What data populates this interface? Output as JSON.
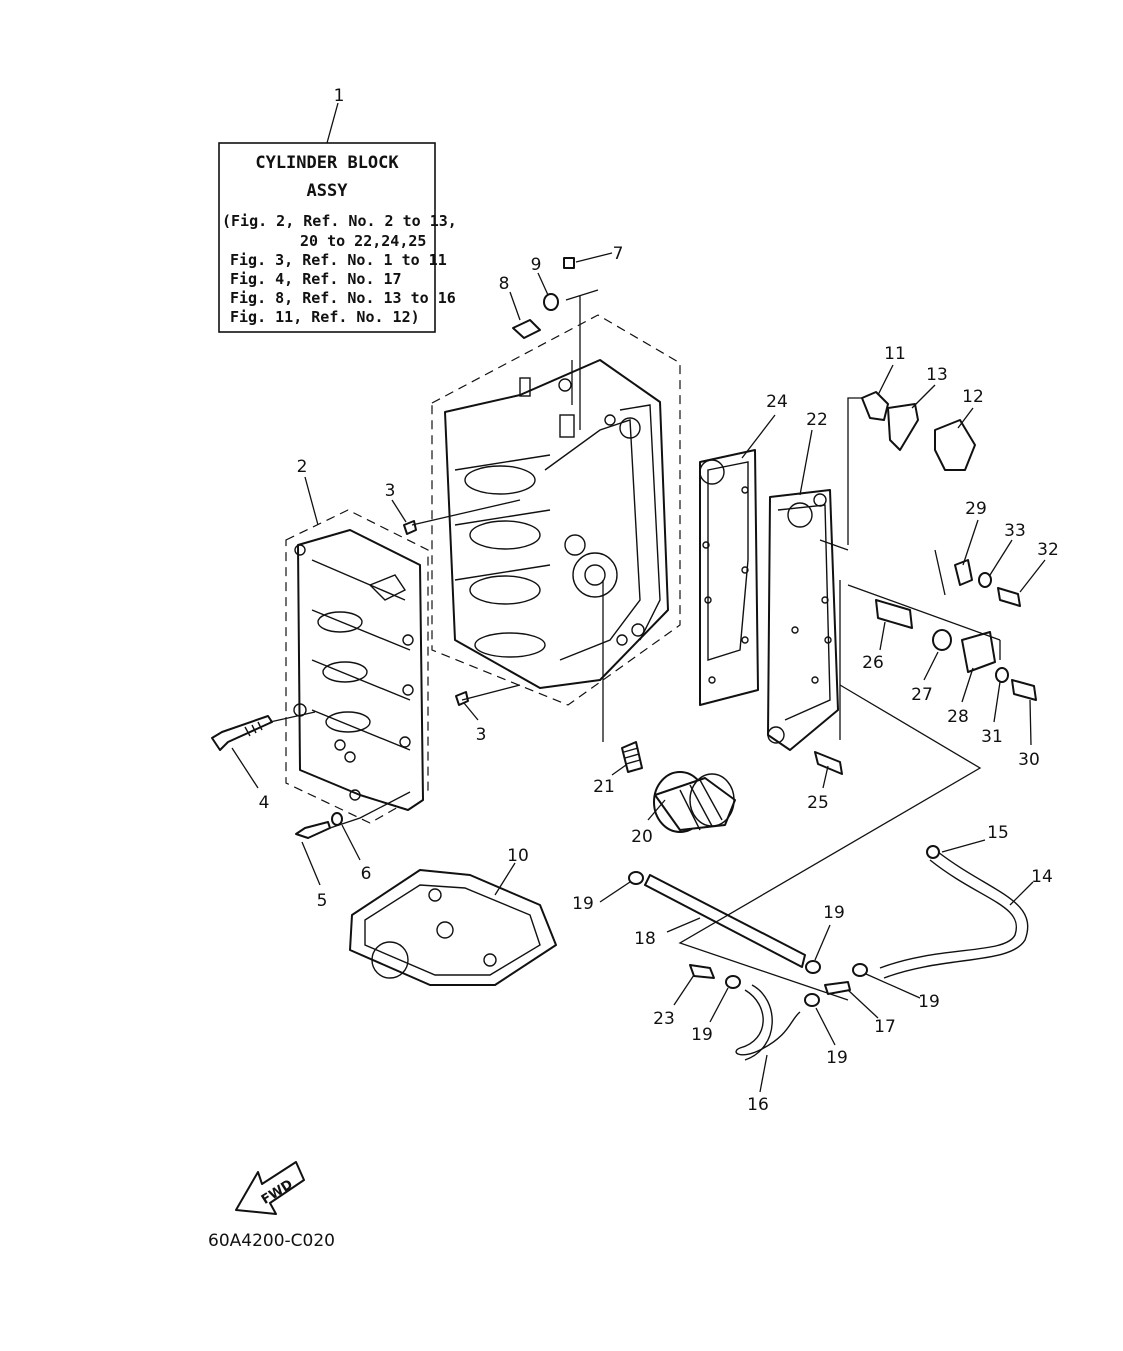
{
  "assembly_box": {
    "title_line1": "CYLINDER BLOCK",
    "title_line2": "ASSY",
    "lines": [
      "(Fig. 2, Ref. No. 2 to 13,",
      "20 to 22,24,25",
      "Fig. 3, Ref. No. 1 to 11",
      "Fig. 4, Ref. No. 17",
      "Fig. 8, Ref. No. 13 to 16",
      "Fig. 11, Ref. No. 12)"
    ]
  },
  "callouts": {
    "c1": "1",
    "c2": "2",
    "c3a": "3",
    "c3b": "3",
    "c4": "4",
    "c5": "5",
    "c6": "6",
    "c7": "7",
    "c8": "8",
    "c9": "9",
    "c10": "10",
    "c11": "11",
    "c12": "12",
    "c13": "13",
    "c14": "14",
    "c15": "15",
    "c16": "16",
    "c17": "17",
    "c18": "18",
    "c19a": "19",
    "c19b": "19",
    "c19c": "19",
    "c19d": "19",
    "c19e": "19",
    "c20": "20",
    "c21": "21",
    "c22": "22",
    "c23": "23",
    "c24": "24",
    "c25": "25",
    "c26": "26",
    "c27": "27",
    "c28": "28",
    "c29": "29",
    "c30": "30",
    "c31": "31",
    "c32": "32",
    "c33": "33"
  },
  "fwd_label": "FWD",
  "drawing_code": "60A4200-C020"
}
